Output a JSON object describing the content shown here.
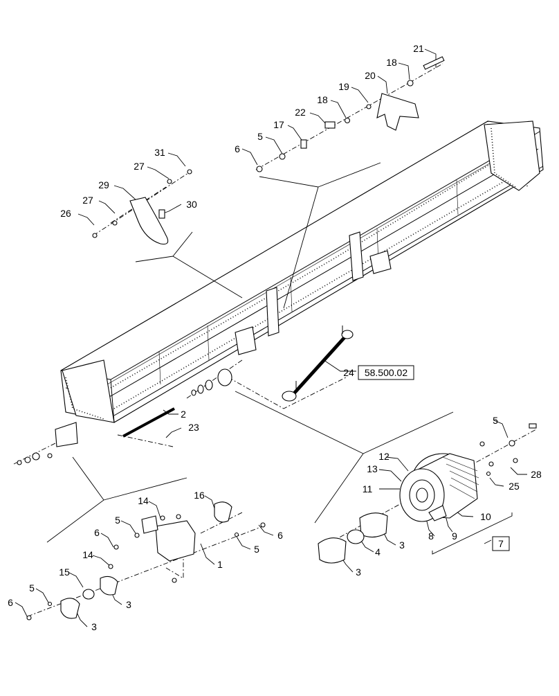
{
  "callouts": {
    "c21": "21",
    "c18a": "18",
    "c20": "20",
    "c19": "19",
    "c18b": "18",
    "c22": "22",
    "c17": "17",
    "c5a": "5",
    "c6a": "6",
    "c31": "31",
    "c27a": "27",
    "c29": "29",
    "c27b": "27",
    "c30": "30",
    "c26": "26",
    "c24": "24",
    "c2": "2",
    "c23": "23",
    "c5b": "5",
    "c12": "12",
    "c13": "13",
    "c28": "28",
    "c11": "11",
    "c25": "25",
    "c10": "10",
    "c9": "9",
    "c8": "8",
    "c3a": "3",
    "c4": "4",
    "c3b": "3",
    "c14a": "14",
    "c16": "16",
    "c5c": "5",
    "c6b": "6",
    "c6c": "6",
    "c5d": "5",
    "c1": "1",
    "c14b": "14",
    "c15": "15",
    "c3c": "3",
    "c5e": "5",
    "c6d": "6",
    "c3d": "3"
  },
  "reference_box": "58.500.02",
  "assembly_box": "7"
}
